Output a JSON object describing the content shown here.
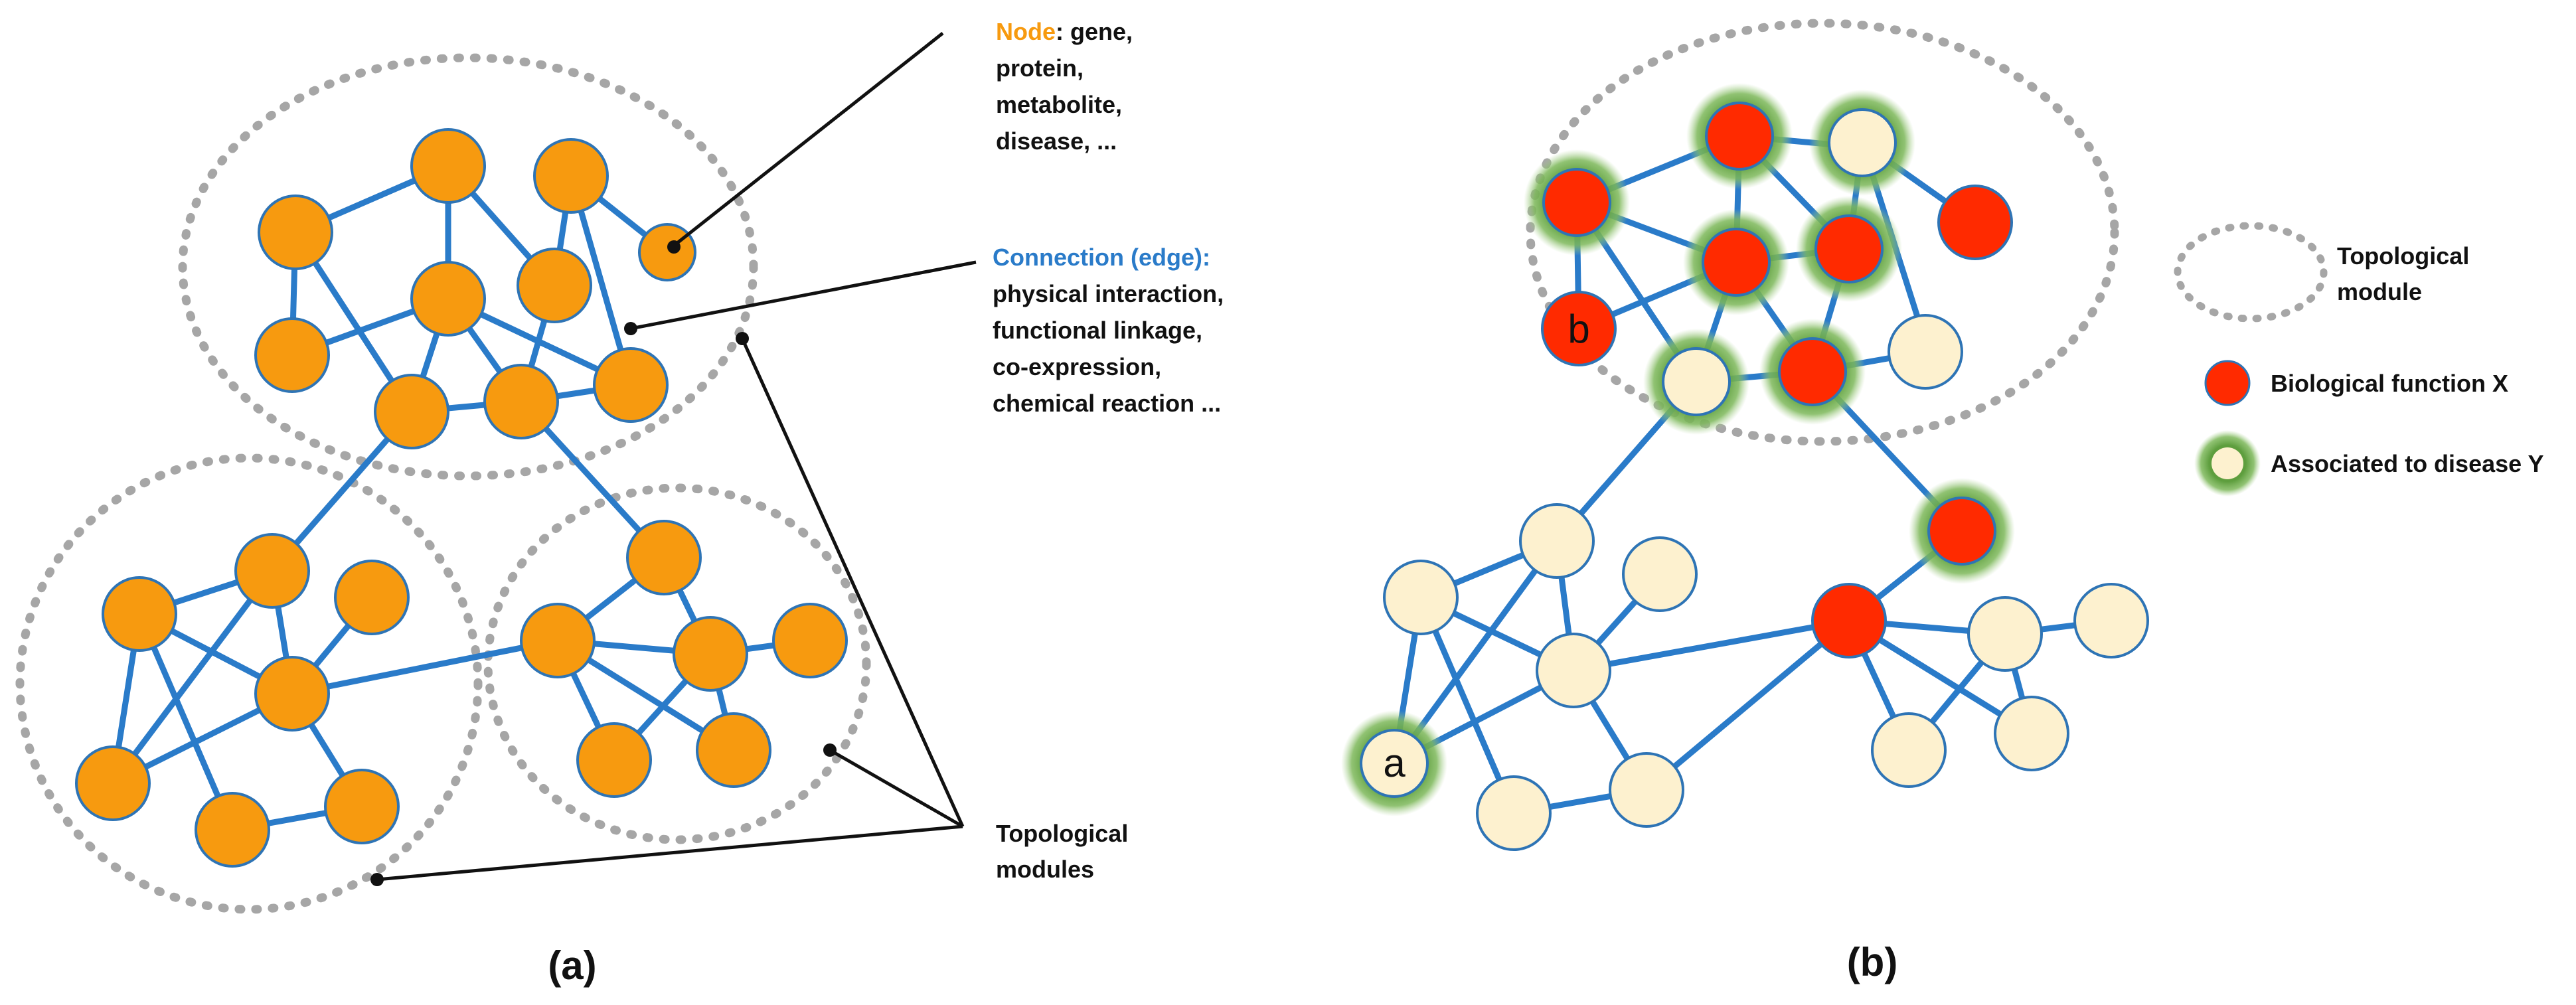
{
  "panels": {
    "a": {
      "label": "(a)"
    },
    "b": {
      "label": "(b)"
    }
  },
  "annotations": {
    "node": {
      "title": "Node",
      "rest": ": gene,",
      "line2": "protein,",
      "line3": "metabolite,",
      "line4": "disease, ..."
    },
    "edge": {
      "title": "Connection (edge):",
      "line2": "physical interaction,",
      "line3": "functional linkage,",
      "line4": "co-expression,",
      "line5": "chemical reaction ..."
    },
    "modules": {
      "line1": "Topological",
      "line2": "modules"
    }
  },
  "legend": {
    "module": {
      "line1": "Topological",
      "line2": "module"
    },
    "function_x": {
      "label": "Biological function X"
    },
    "disease_y": {
      "label": "Associated to disease Y"
    }
  },
  "node_letters": {
    "a": "a",
    "b": "b"
  },
  "colors": {
    "orange_node": "#F79A0F",
    "node_stroke": "#2E74B5",
    "edge": "#2A7BC9",
    "dotted_module": "#A6A6A6",
    "red_node": "#FF2A00",
    "cream_node": "#FDF1CF",
    "disease_halo": "#6AA84F",
    "node_title": "#F79A0F",
    "edge_title": "#2A7BC9"
  }
}
